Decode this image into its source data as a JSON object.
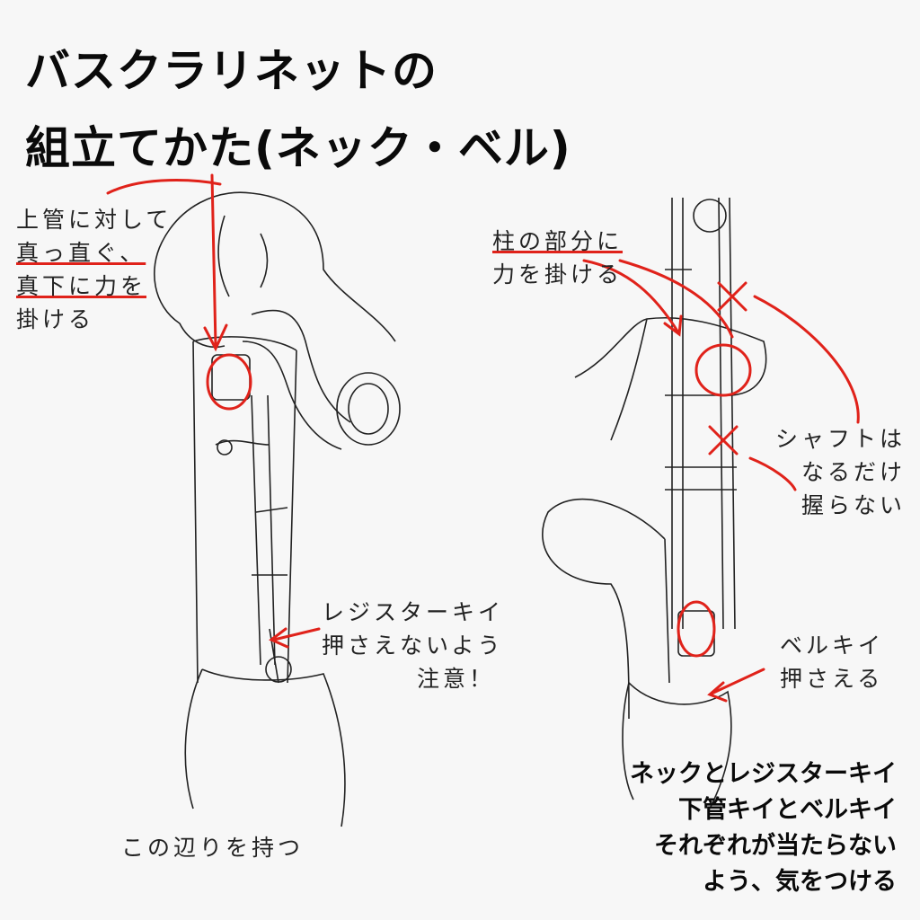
{
  "title": {
    "line1": "バスクラリネットの",
    "line2": "組立てかた(ネック・ベル)"
  },
  "left_notes": {
    "push_down": [
      "上管に対して",
      "真っ直ぐ、",
      "真下に力を",
      "掛ける"
    ],
    "register_key": [
      "レジスターキイ",
      "押さえないよう",
      "注意！"
    ],
    "hold_here": "この辺りを持つ"
  },
  "right_notes": {
    "pillar": [
      "柱の部分に",
      "力を掛ける"
    ],
    "shaft": [
      "シャフトは",
      "なるだけ",
      "握らない"
    ],
    "bell_key": [
      "ベルキイ",
      "押さえる"
    ],
    "caution": [
      "ネックとレジスターキイ",
      "下管キイとベルキイ",
      "それぞれが当たらない",
      "よう、気をつける"
    ]
  },
  "colors": {
    "accent": "#e0221a",
    "line": "#222222",
    "background": "#f7f7f7"
  }
}
